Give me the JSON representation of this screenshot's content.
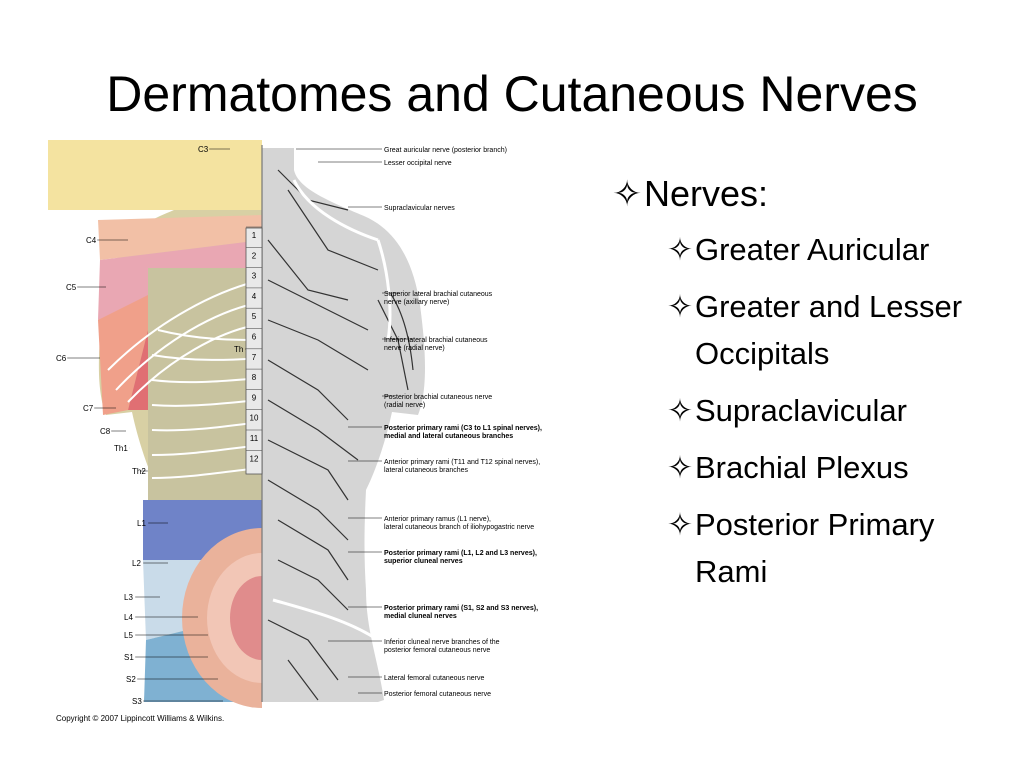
{
  "slide": {
    "title": "Dermatomes and Cutaneous Nerves",
    "bullet_icon": "four-point-star-outline",
    "heading": "Nerves:",
    "items": [
      "Greater Auricular",
      "Greater and Lesser Occipitals",
      "Supraclavicular",
      "Brachial Plexus",
      "Posterior Primary Rami"
    ]
  },
  "figure": {
    "copyright": "Copyright © 2007 Lippincott Williams & Wilkins.",
    "dermatome_labels": [
      "C3",
      "C4",
      "C5",
      "C6",
      "C7",
      "C8",
      "Th1",
      "Th2",
      "Th",
      "L1",
      "L2",
      "L3",
      "L4",
      "L5",
      "S1",
      "S2",
      "S3"
    ],
    "segment_numbers": [
      "1",
      "2",
      "3",
      "4",
      "5",
      "6",
      "7",
      "8",
      "9",
      "10",
      "11",
      "12"
    ],
    "nerve_labels": [
      "Great auricular nerve (posterior branch)",
      "Lesser occipital nerve",
      "Supraclavicular nerves",
      "Superior lateral brachial cutaneous",
      "nerve (axillary nerve)",
      "Inferior lateral brachial cutaneous",
      "nerve (radial nerve)",
      "Posterior brachial cutaneous nerve",
      "(radial nerve)",
      "Posterior primary rami (C3 to L1 spinal nerves),",
      "medial and lateral cutaneous branches",
      "Anterior primary rami (T11 and T12 spinal nerves),",
      "lateral cutaneous branches",
      "Anterior primary ramus (L1 nerve),",
      "lateral cutaneous branch of iliohypogastric nerve",
      "Posterior primary rami (L1, L2 and L3 nerves),",
      "superior cluneal nerves",
      "Posterior primary rami (S1, S2 and S3 nerves),",
      "medial cluneal nerves",
      "Inferior cluneal nerve branches of the",
      "posterior femoral cutaneous nerve",
      "Lateral femoral cutaneous nerve",
      "Posterior femoral cutaneous nerve"
    ]
  }
}
